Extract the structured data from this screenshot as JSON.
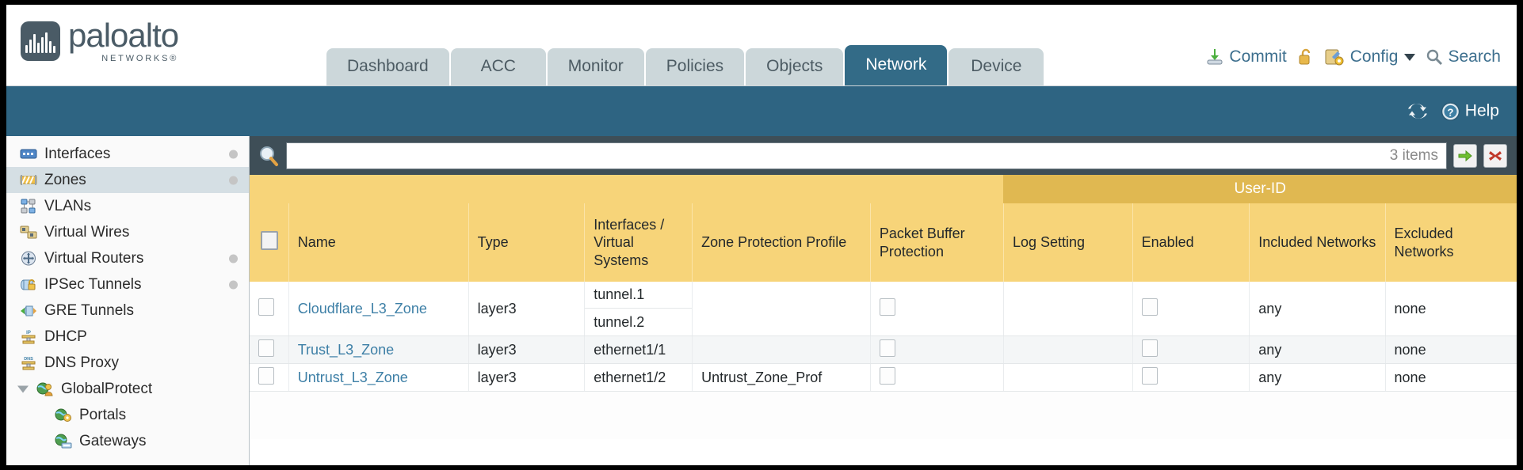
{
  "brand": {
    "name": "paloalto",
    "sub": "NETWORKS",
    "registered": "®"
  },
  "nav": {
    "tabs": [
      {
        "label": "Dashboard",
        "active": false
      },
      {
        "label": "ACC",
        "active": false
      },
      {
        "label": "Monitor",
        "active": false
      },
      {
        "label": "Policies",
        "active": false
      },
      {
        "label": "Objects",
        "active": false
      },
      {
        "label": "Network",
        "active": true
      },
      {
        "label": "Device",
        "active": false
      }
    ]
  },
  "header_actions": {
    "commit": "Commit",
    "lock_icon": "unlocked-padlock-icon",
    "config": "Config",
    "search": "Search"
  },
  "bluebar": {
    "refresh_icon": "refresh-icon",
    "help": "Help"
  },
  "sidebar": {
    "items": [
      {
        "label": "Interfaces",
        "icon": "interfaces-icon",
        "selected": false,
        "dot": true,
        "child": false,
        "expander": false
      },
      {
        "label": "Zones",
        "icon": "zones-icon",
        "selected": true,
        "dot": true,
        "child": false,
        "expander": false
      },
      {
        "label": "VLANs",
        "icon": "vlans-icon",
        "selected": false,
        "dot": false,
        "child": false,
        "expander": false
      },
      {
        "label": "Virtual Wires",
        "icon": "virtual-wires-icon",
        "selected": false,
        "dot": false,
        "child": false,
        "expander": false
      },
      {
        "label": "Virtual Routers",
        "icon": "virtual-routers-icon",
        "selected": false,
        "dot": true,
        "child": false,
        "expander": false
      },
      {
        "label": "IPSec Tunnels",
        "icon": "ipsec-tunnels-icon",
        "selected": false,
        "dot": true,
        "child": false,
        "expander": false
      },
      {
        "label": "GRE Tunnels",
        "icon": "gre-tunnels-icon",
        "selected": false,
        "dot": false,
        "child": false,
        "expander": false
      },
      {
        "label": "DHCP",
        "icon": "dhcp-icon",
        "selected": false,
        "dot": false,
        "child": false,
        "expander": false
      },
      {
        "label": "DNS Proxy",
        "icon": "dns-proxy-icon",
        "selected": false,
        "dot": false,
        "child": false,
        "expander": false
      },
      {
        "label": "GlobalProtect",
        "icon": "globalprotect-icon",
        "selected": false,
        "dot": false,
        "child": false,
        "expander": true
      },
      {
        "label": "Portals",
        "icon": "portals-icon",
        "selected": false,
        "dot": false,
        "child": true,
        "expander": false
      },
      {
        "label": "Gateways",
        "icon": "gateways-icon",
        "selected": false,
        "dot": false,
        "child": true,
        "expander": false
      }
    ]
  },
  "search": {
    "value": "",
    "placeholder": "",
    "item_count": "3 items",
    "apply_icon": "green-arrow-apply-icon",
    "clear_icon": "red-x-clear-icon"
  },
  "table": {
    "group_header": "User-ID",
    "columns": [
      "Name",
      "Type",
      "Interfaces / Virtual Systems",
      "Zone Protection Profile",
      "Packet Buffer Protection",
      "Log Setting",
      "Enabled",
      "Included Networks",
      "Excluded Networks"
    ],
    "rows": [
      {
        "selected": false,
        "name": "Cloudflare_L3_Zone",
        "type": "layer3",
        "interfaces": [
          "tunnel.1",
          "tunnel.2"
        ],
        "zone_protection_profile": "",
        "packet_buffer_protection": false,
        "log_setting": "",
        "userid_enabled": false,
        "included_networks": "any",
        "excluded_networks": "none"
      },
      {
        "selected": false,
        "name": "Trust_L3_Zone",
        "type": "layer3",
        "interfaces": [
          "ethernet1/1"
        ],
        "zone_protection_profile": "",
        "packet_buffer_protection": false,
        "log_setting": "",
        "userid_enabled": false,
        "included_networks": "any",
        "excluded_networks": "none"
      },
      {
        "selected": false,
        "name": "Untrust_L3_Zone",
        "type": "layer3",
        "interfaces": [
          "ethernet1/2"
        ],
        "zone_protection_profile": "Untrust_Zone_Prof",
        "packet_buffer_protection": false,
        "log_setting": "",
        "userid_enabled": false,
        "included_networks": "any",
        "excluded_networks": "none"
      }
    ]
  },
  "colors": {
    "active_tab": "#336b87",
    "tab_inactive": "#ccd7da",
    "blue_bar": "#2e6482",
    "table_header": "#f7d479",
    "group_header": "#e0b851",
    "panel_dark": "#3e4e57",
    "link": "#3d7fa6"
  }
}
